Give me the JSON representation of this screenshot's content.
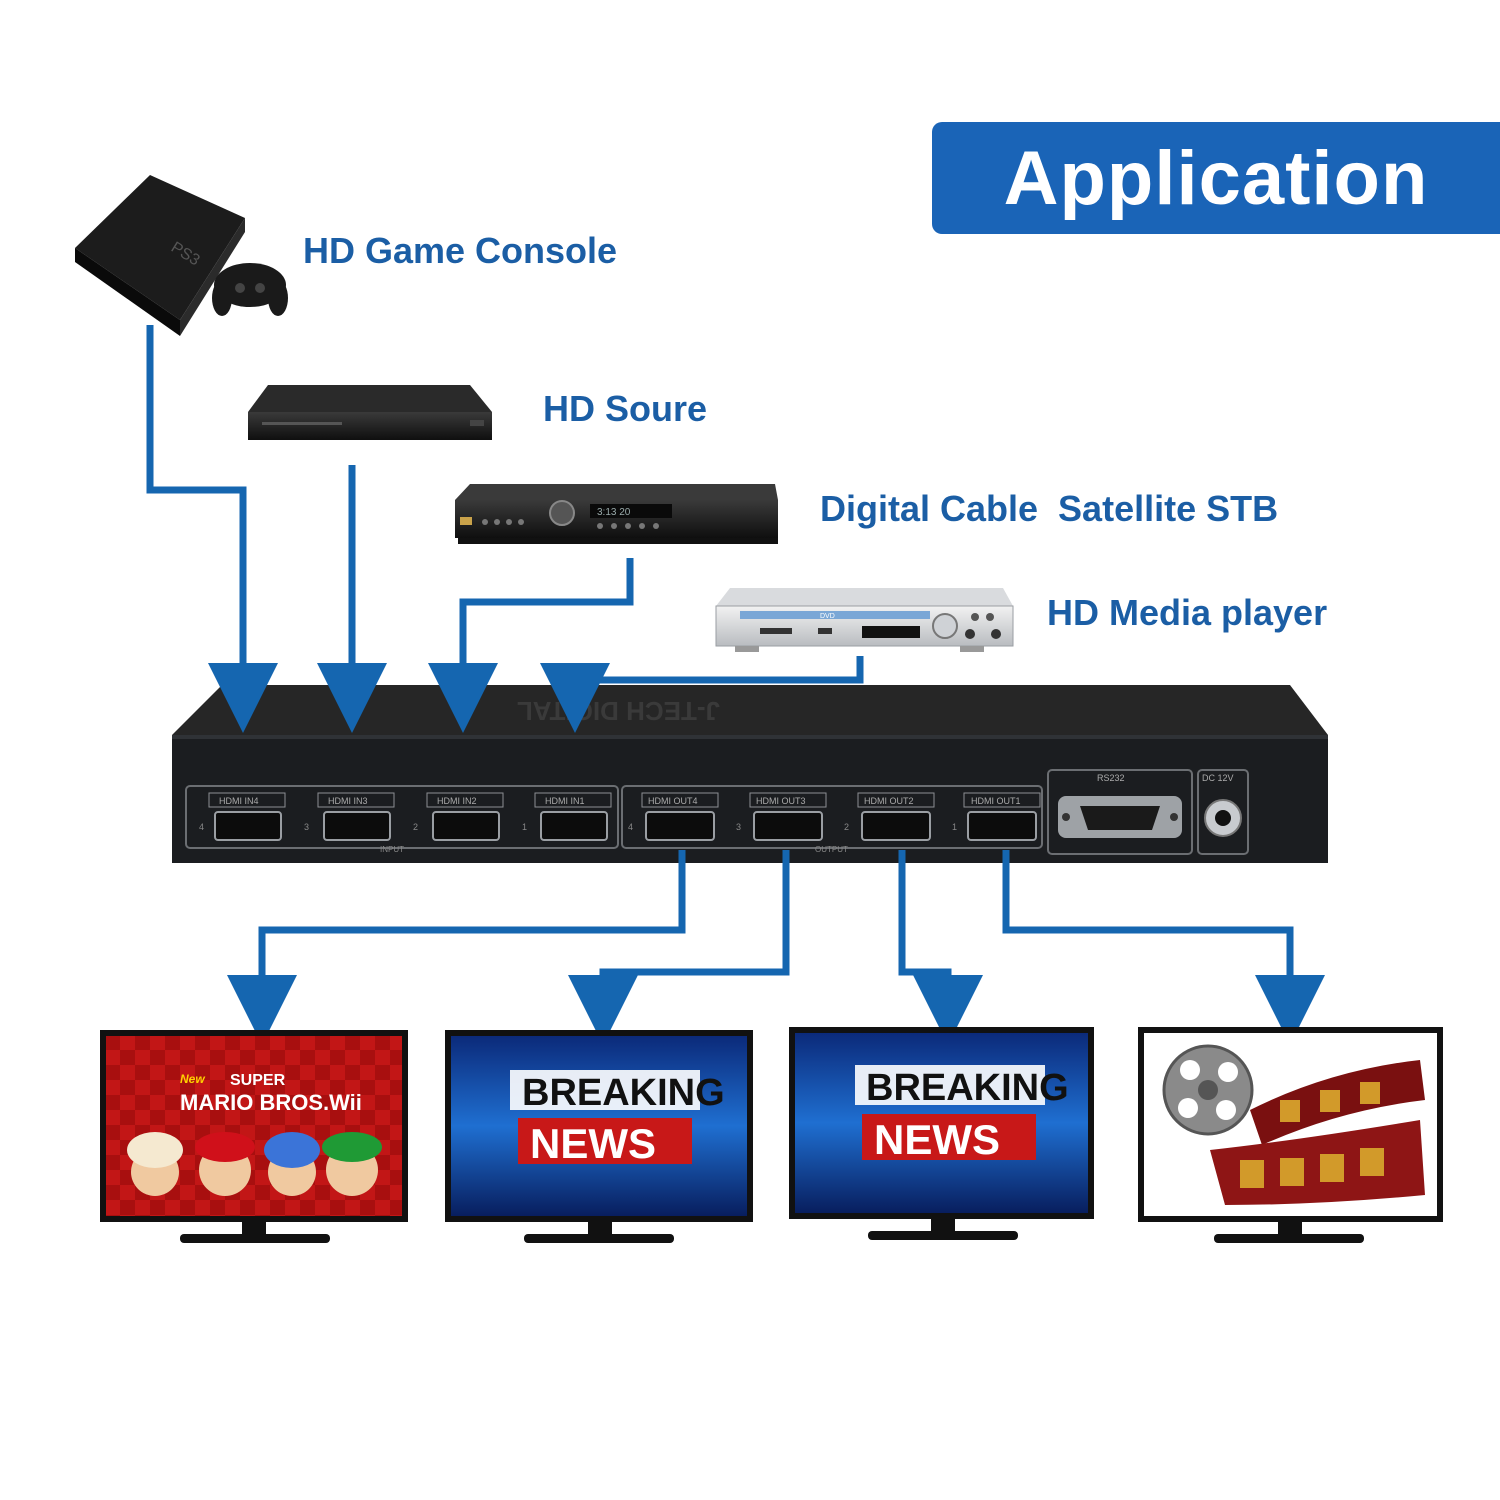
{
  "banner": {
    "title": "Application"
  },
  "sources": [
    {
      "label": "HD Game Console"
    },
    {
      "label": "HD Soure"
    },
    {
      "label": "Digital Cable  Satellite STB"
    },
    {
      "label": "HD Media player"
    }
  ],
  "switch": {
    "brand": "J-TECH DIGITAL",
    "input_group": "INPUT",
    "output_group": "OUTPUT",
    "inputs": [
      {
        "label": "HDMI IN4",
        "num": "4"
      },
      {
        "label": "HDMI IN3",
        "num": "3"
      },
      {
        "label": "HDMI IN2",
        "num": "2"
      },
      {
        "label": "HDMI IN1",
        "num": "1"
      }
    ],
    "outputs": [
      {
        "label": "HDMI OUT4",
        "num": "4"
      },
      {
        "label": "HDMI OUT3",
        "num": "3"
      },
      {
        "label": "HDMI OUT2",
        "num": "2"
      },
      {
        "label": "HDMI OUT1",
        "num": "1"
      }
    ],
    "rs232": "RS232",
    "dc": "DC 12V"
  },
  "device_text": {
    "ps3": "PS3",
    "dvd": "DVD",
    "stb_display": "3:13  20"
  },
  "screens": {
    "game_new": "New",
    "game_title_1": "SUPER",
    "game_title_2": "MARIO BROS.Wii",
    "news_line_1": "BREAKING",
    "news_line_2": "NEWS"
  },
  "colors": {
    "accent": "#1a64b7",
    "connector": "#1566b0",
    "label": "#1b5ea5"
  }
}
